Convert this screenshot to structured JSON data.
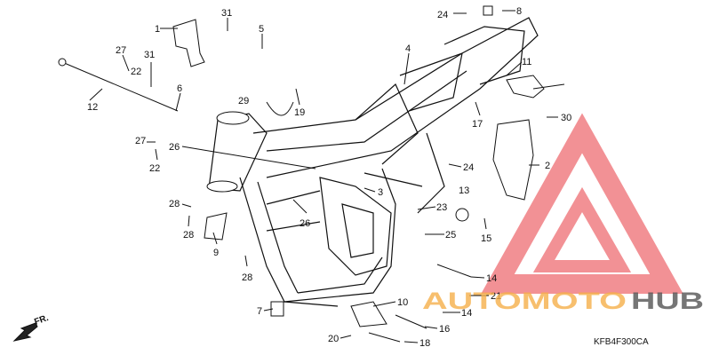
{
  "diagram": {
    "code": "KFB4F300CA",
    "direction_label": "FR.",
    "callouts": [
      "1",
      "31",
      "5",
      "27",
      "22",
      "31",
      "6",
      "12",
      "29",
      "19",
      "4",
      "24",
      "8",
      "11",
      "17",
      "30",
      "2",
      "27",
      "26",
      "22",
      "24",
      "3",
      "13",
      "23",
      "15",
      "25",
      "26",
      "28",
      "28",
      "9",
      "14",
      "21",
      "28",
      "10",
      "14",
      "7",
      "16",
      "20",
      "18"
    ],
    "colors": {
      "line": "#111111",
      "watermark_red": "#e8393f",
      "watermark_orange": "#f6b04a"
    }
  },
  "watermark": {
    "part1": "AUTOMOTO",
    "part2": "HUB",
    "logo_icon": "triangle-logo-icon"
  }
}
